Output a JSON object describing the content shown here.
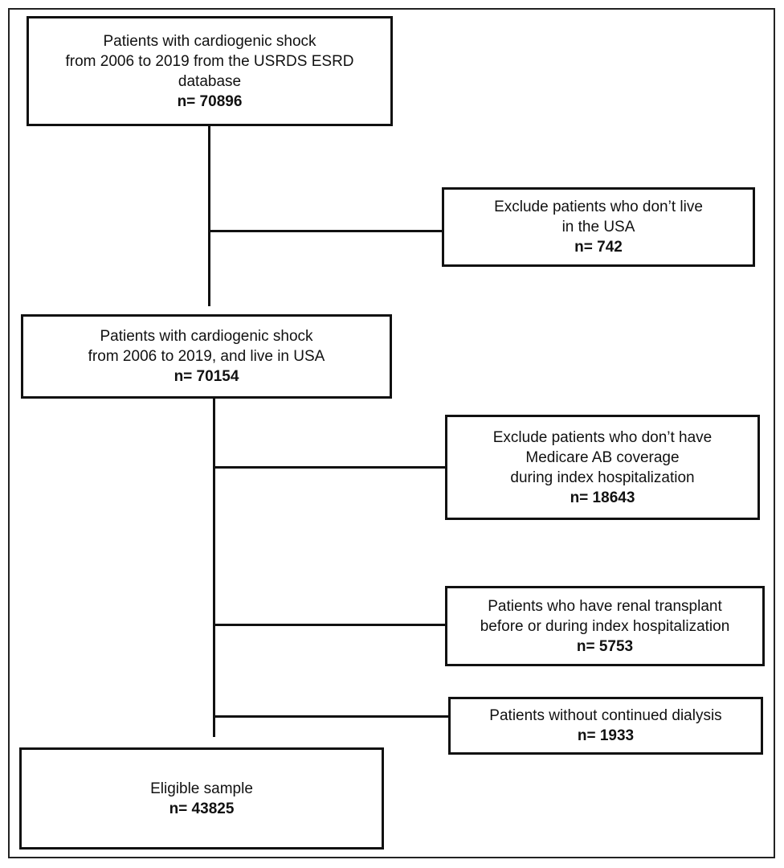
{
  "flowchart": {
    "main_boxes": [
      {
        "lines": [
          "Patients with cardiogenic shock",
          "from 2006 to 2019 from the USRDS ESRD",
          "database"
        ],
        "count": "n= 70896"
      },
      {
        "lines": [
          "Patients with cardiogenic shock",
          "from 2006 to 2019, and live in USA"
        ],
        "count": "n= 70154"
      },
      {
        "lines": [
          "Eligible sample"
        ],
        "count": "n= 43825"
      }
    ],
    "exclusion_boxes": [
      {
        "lines": [
          "Exclude patients who don’t live",
          "in the USA"
        ],
        "count": "n= 742"
      },
      {
        "lines": [
          "Exclude patients who don’t have",
          "Medicare AB coverage",
          "during index hospitalization"
        ],
        "count": "n= 18643"
      },
      {
        "lines": [
          "Patients who have renal transplant",
          "before or during index hospitalization"
        ],
        "count": "n= 5753"
      },
      {
        "lines": [
          "Patients without continued dialysis"
        ],
        "count": "n= 1933"
      }
    ]
  }
}
